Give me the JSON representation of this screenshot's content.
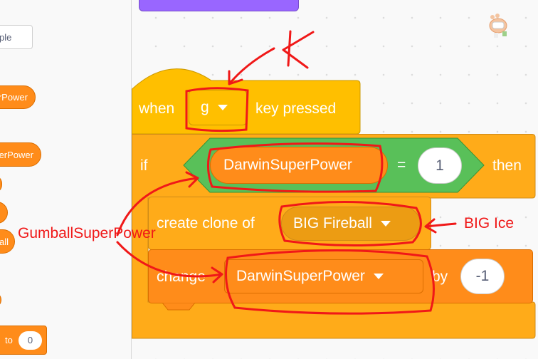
{
  "palette": {
    "search_fragment": "ple",
    "blocks": [
      "rPower",
      "erPower",
      "",
      "",
      "all",
      ""
    ],
    "set_block": {
      "to_label": "to",
      "value": "0"
    }
  },
  "script": {
    "hat": {
      "when": "when",
      "key": "g",
      "suffix": "key pressed"
    },
    "if_block": {
      "if": "if",
      "then": "then"
    },
    "condition": {
      "variable": "DarwinSuperPower",
      "operator": "=",
      "value": "1"
    },
    "create_clone": {
      "label": "create clone of",
      "target": "BIG Fireball"
    },
    "change": {
      "label": "change",
      "variable": "DarwinSuperPower",
      "by": "by",
      "value": "-1"
    }
  },
  "annotations": {
    "letter": "K",
    "left_note": "GumballSuperPower",
    "right_note": "BIG Ice"
  },
  "colors": {
    "events": "#ffbf00",
    "control": "#ffab19",
    "variables": "#ff8c1a",
    "operators": "#59c059",
    "annotation": "#f01818"
  }
}
